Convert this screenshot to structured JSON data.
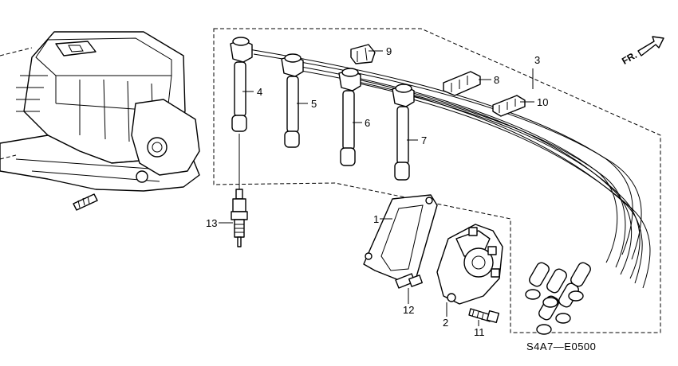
{
  "diagram_code": "S4A7—E0500",
  "front_indicator": "FR.",
  "callouts": {
    "n1": "1",
    "n2": "2",
    "n3": "3",
    "n4": "4",
    "n5": "5",
    "n6": "6",
    "n7": "7",
    "n8": "8",
    "n9": "9",
    "n10": "10",
    "n11": "11",
    "n12": "12",
    "n13": "13"
  }
}
